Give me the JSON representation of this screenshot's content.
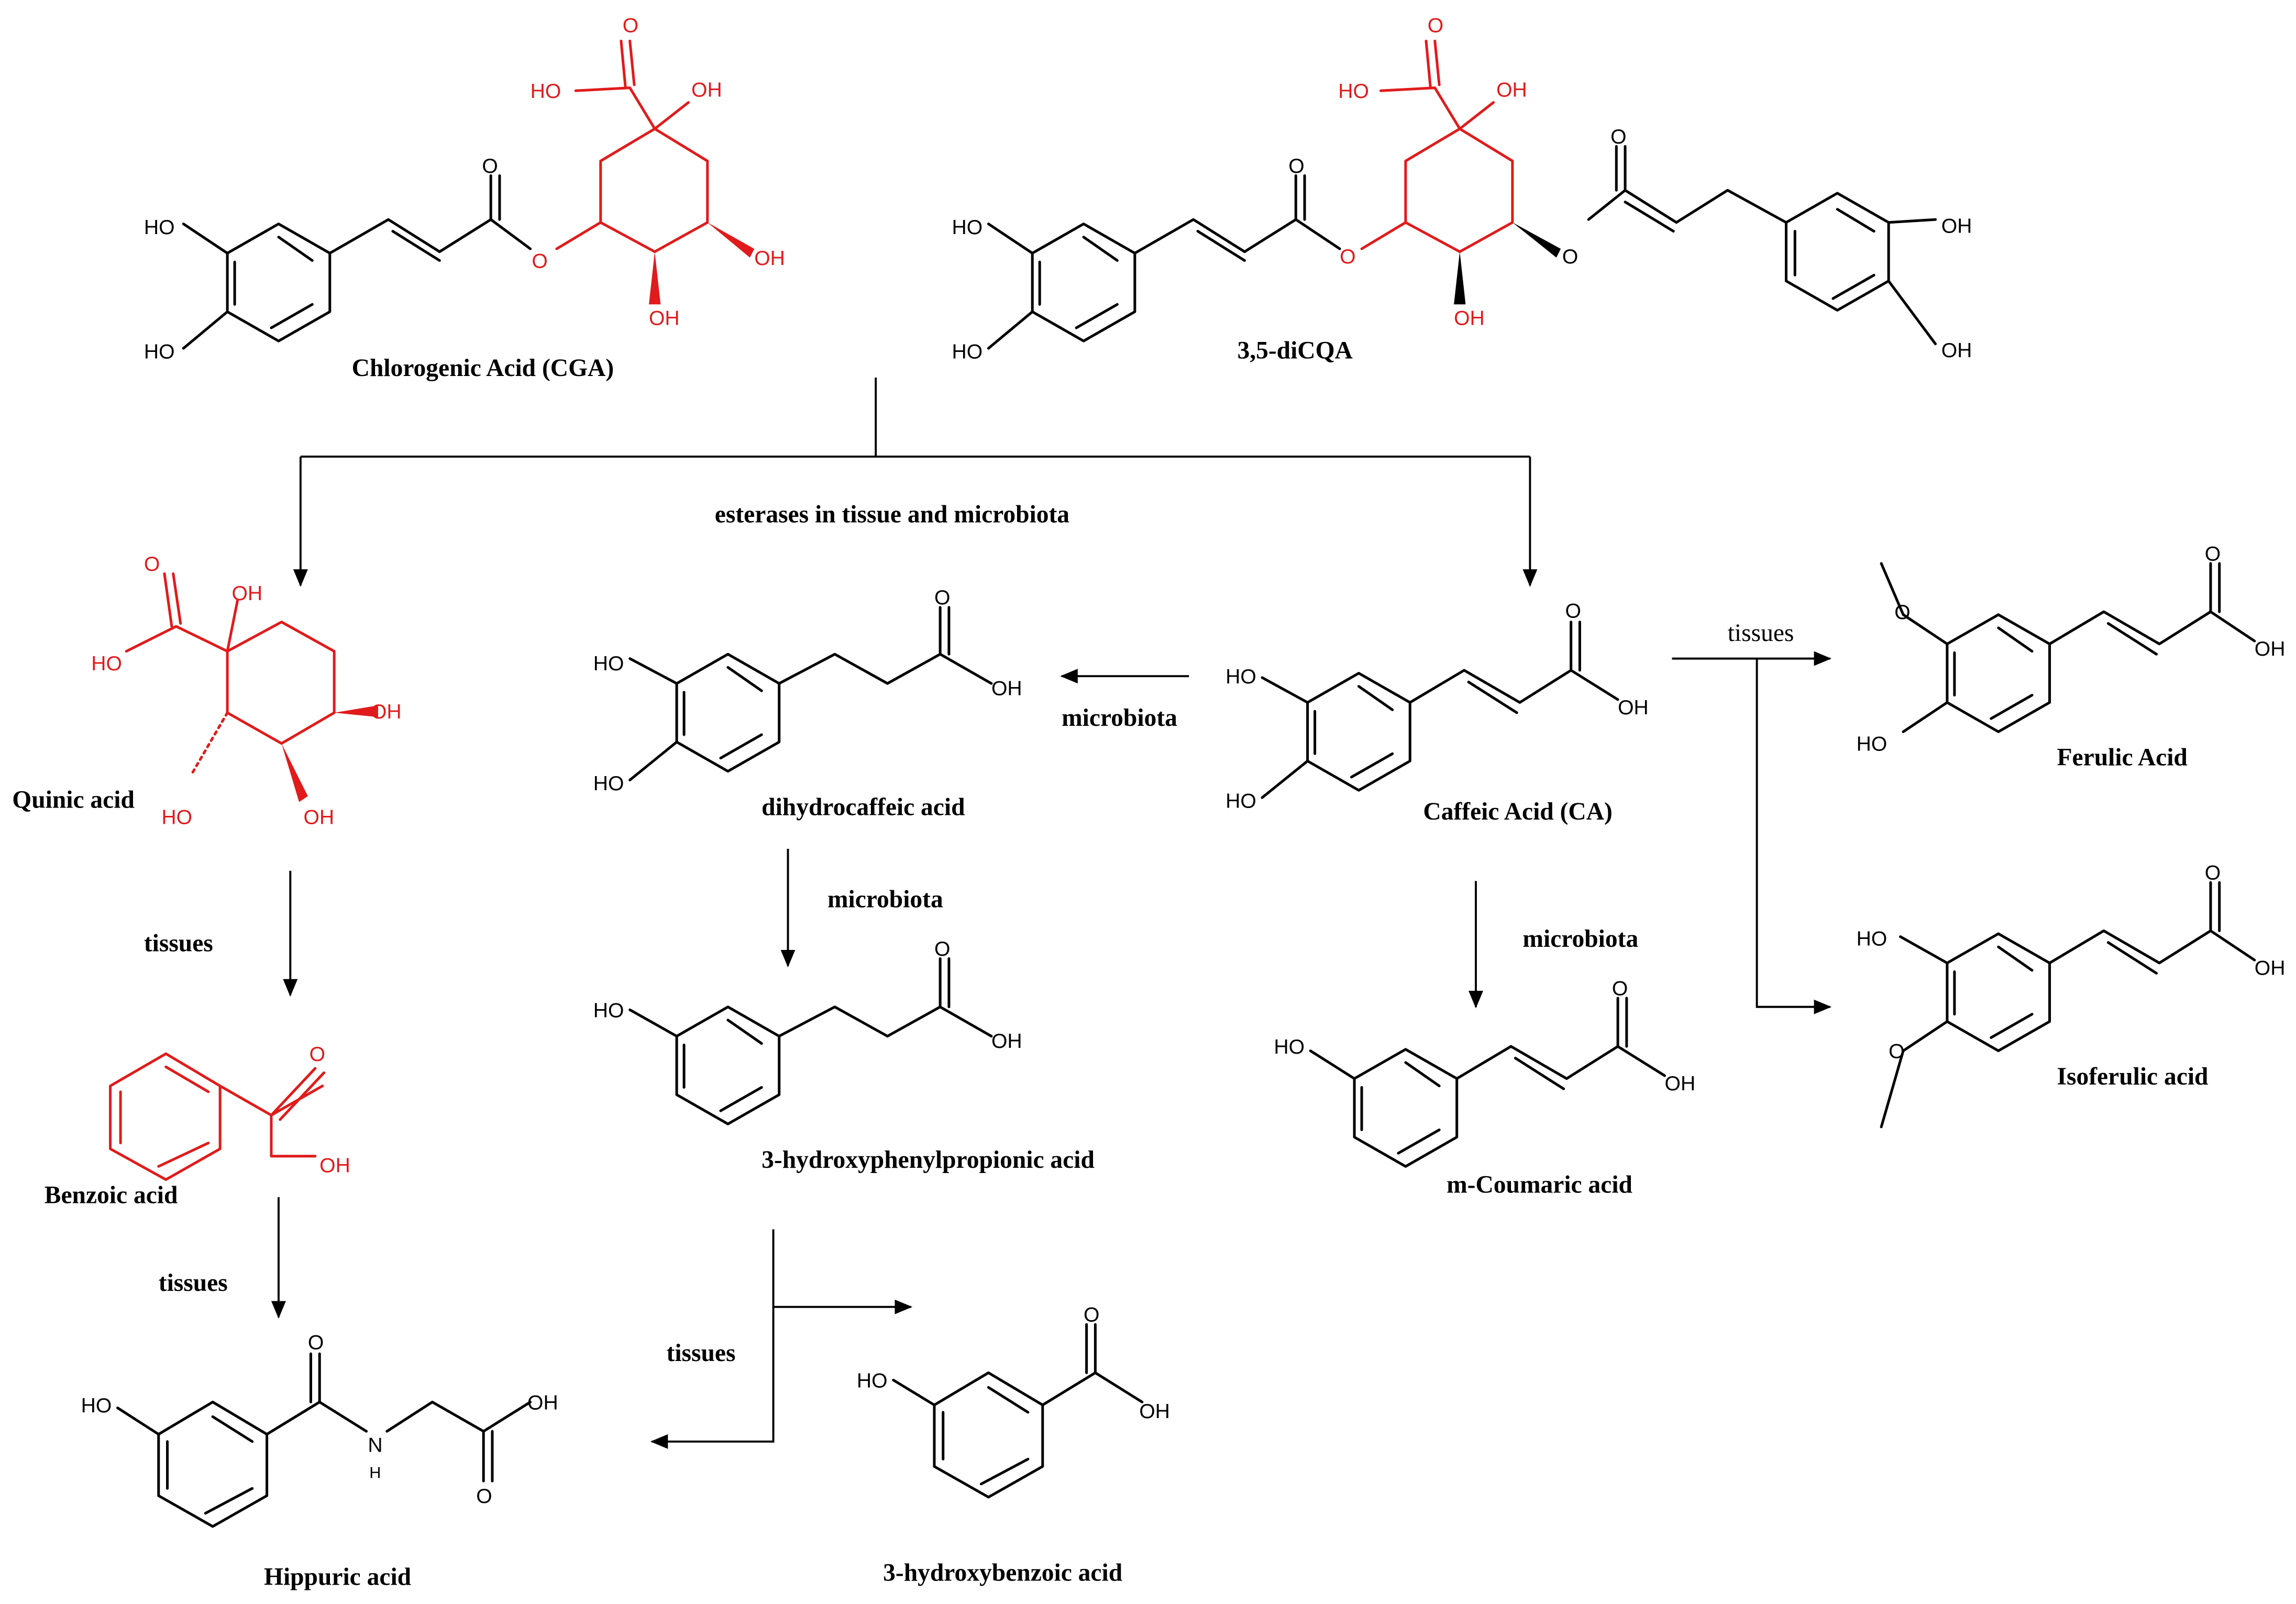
{
  "colors": {
    "ink": "#000000",
    "red": "#e11b1b",
    "background": "#ffffff"
  },
  "atoms": {
    "HO": "HO",
    "OH": "OH",
    "O": "O",
    "N": "N",
    "H": "H"
  },
  "compounds": {
    "cga": "Chlorogenic Acid (CGA)",
    "dicqa": "3,5-diCQA",
    "quinic": "Quinic acid",
    "dihydrocaffeic": "dihydrocaffeic acid",
    "caffeic": "Caffeic Acid (CA)",
    "ferulic": "Ferulic Acid",
    "isoferulic": "Isoferulic acid",
    "benzoic": "Benzoic acid",
    "hpp": "3-hydroxyphenylpropionic acid",
    "coumaric": "m-Coumaric acid",
    "hippuric": "Hippuric acid",
    "hba": "3-hydroxybenzoic acid"
  },
  "labels": {
    "esterases": "esterases in tissue and microbiota",
    "microbiota": "microbiota",
    "tissues": "tissues"
  }
}
